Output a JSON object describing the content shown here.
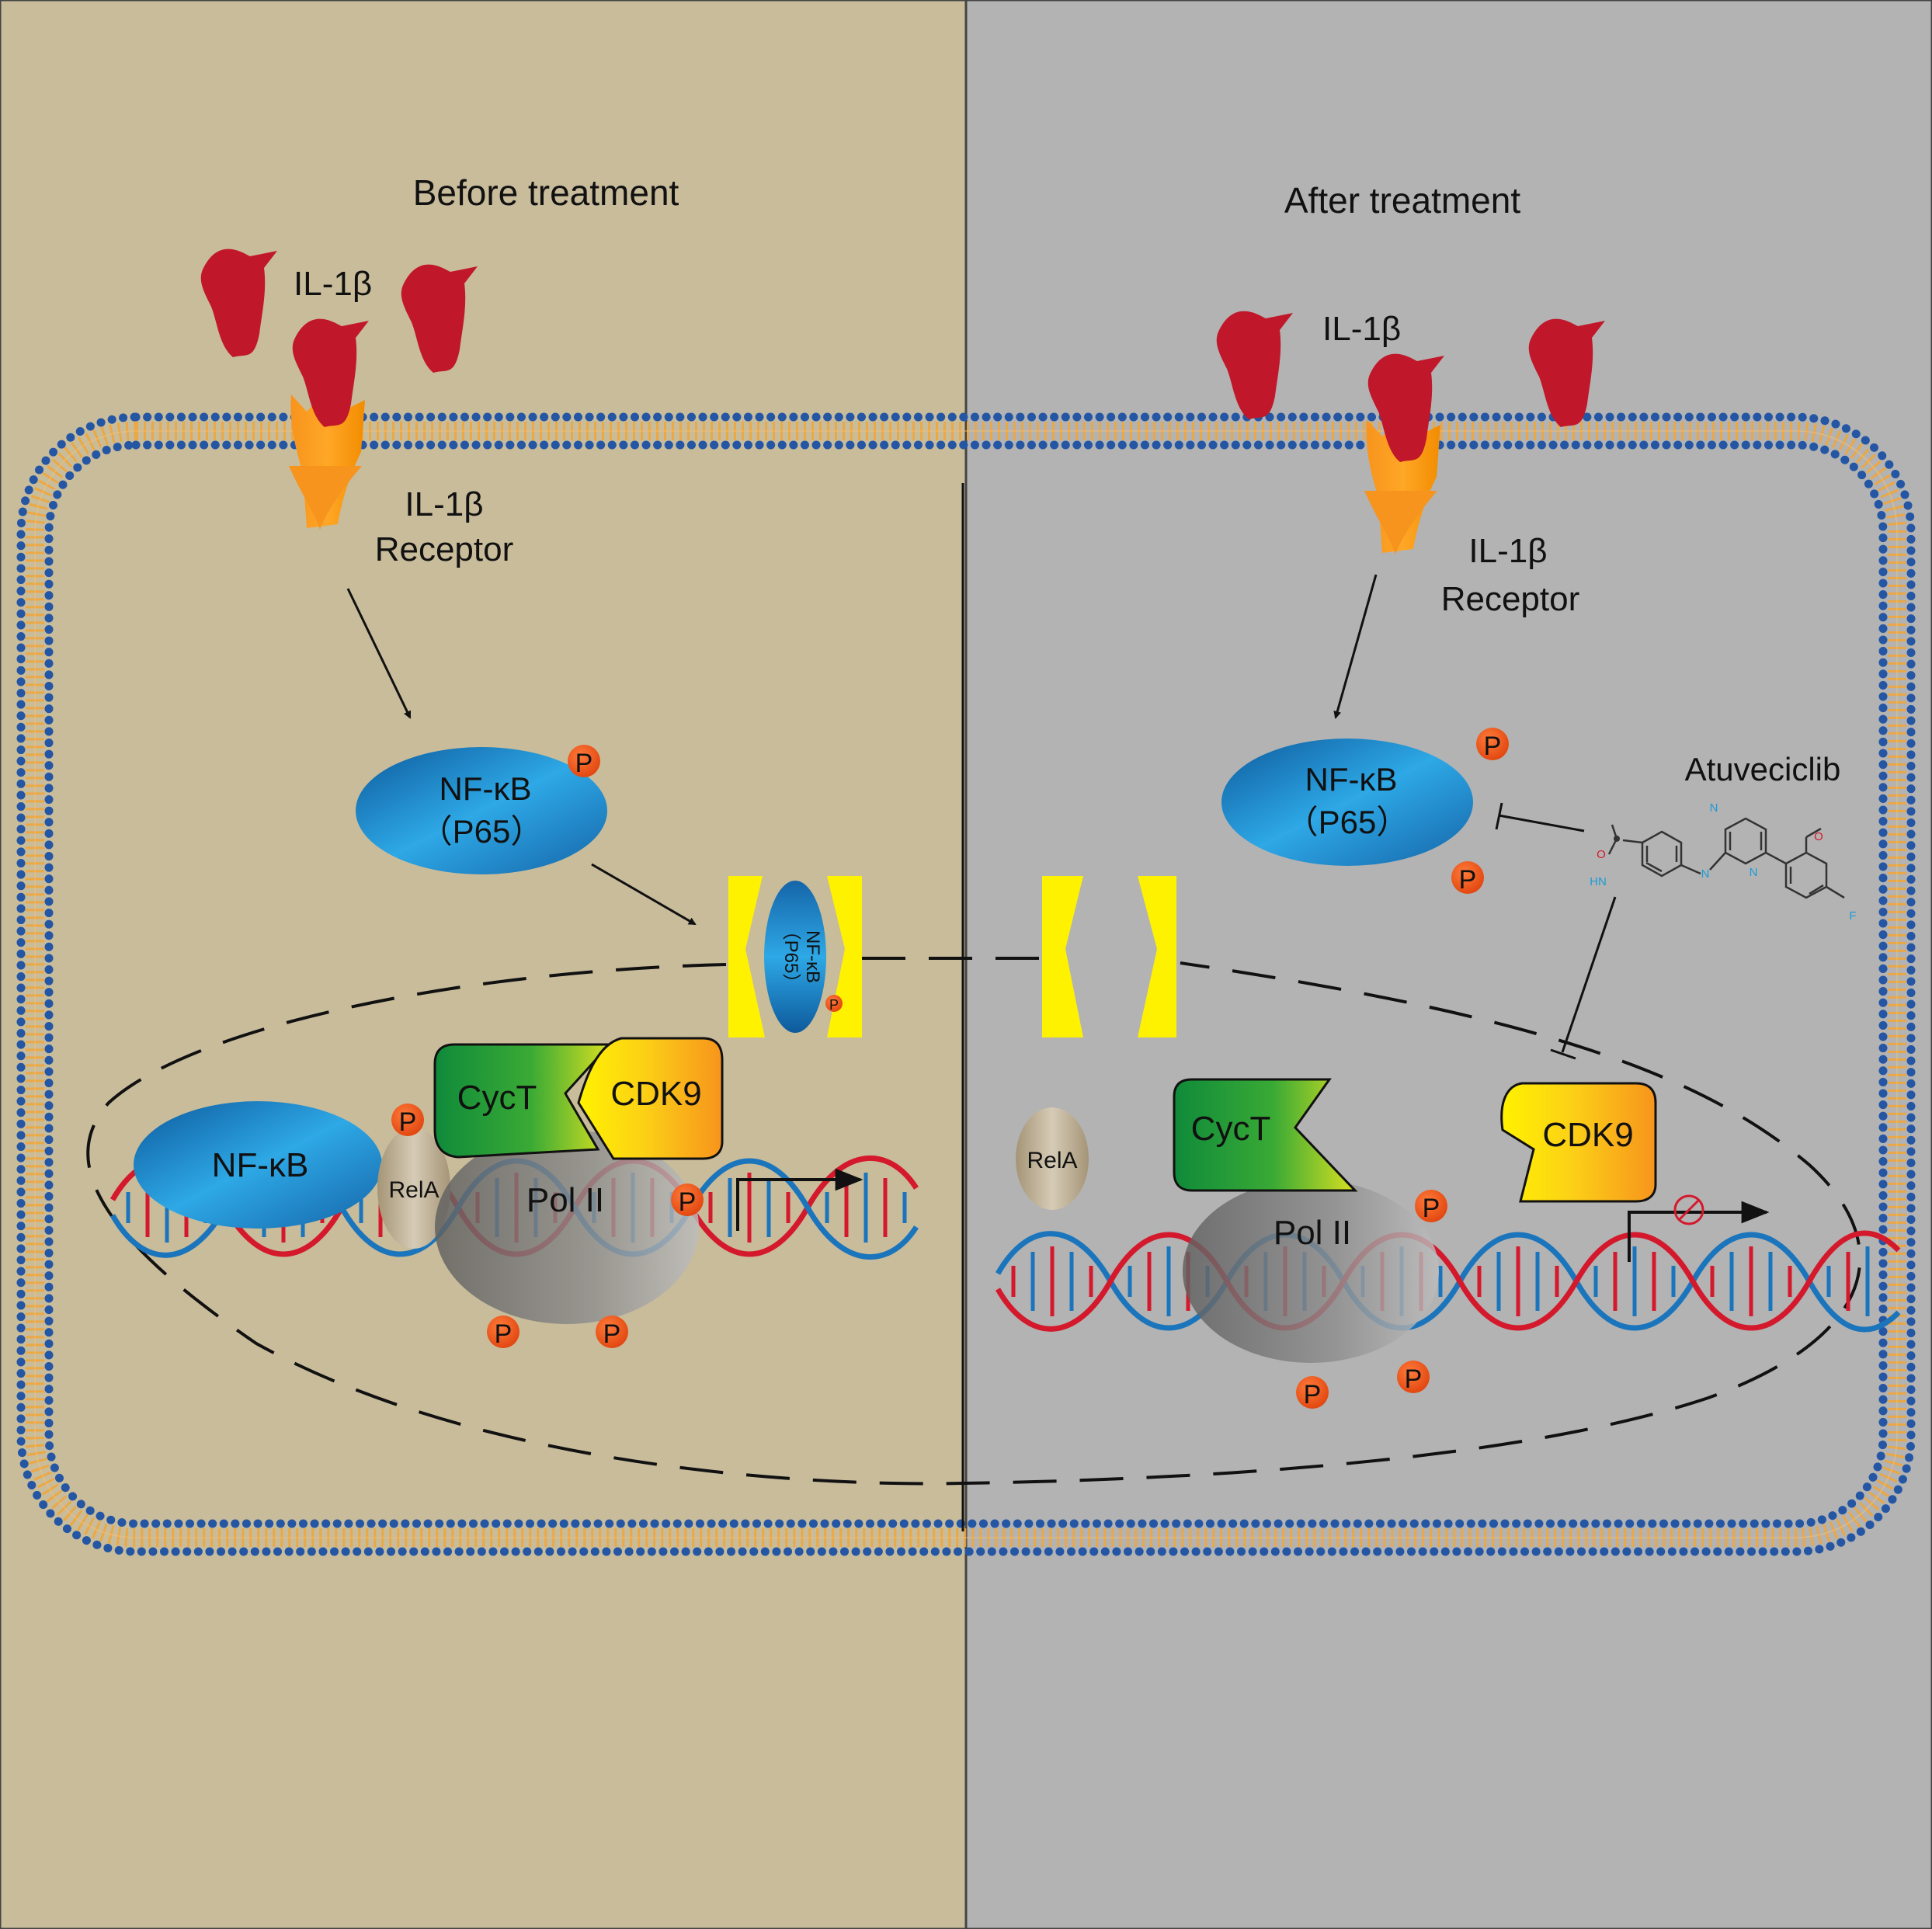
{
  "panels": {
    "before": {
      "title": "Before treatment",
      "ligand": "IL-1β",
      "receptor_line1": "IL-1β",
      "receptor_line2": "Receptor",
      "nfkb_cyto_line1": "NF-κB",
      "nfkb_cyto_line2": "（P65）",
      "pore_nfkb_line1": "NF-κB",
      "pore_nfkb_line2": "（P65）",
      "nfkb_nuc": "NF-κB",
      "rela": "RelA",
      "cyct": "CycT",
      "cdk9": "CDK9",
      "pol2": "Pol II",
      "phospho": "P"
    },
    "after": {
      "title": "After treatment",
      "ligand": "IL-1β",
      "receptor_line1": "IL-1β",
      "receptor_line2": "Receptor",
      "nfkb_cyto_line1": "NF-κB",
      "nfkb_cyto_line2": "（P65）",
      "drug": "Atuveciclib",
      "rela": "RelA",
      "cyct": "CycT",
      "cdk9": "CDK9",
      "pol2": "Pol II",
      "phospho": "P",
      "molecule_labels": {
        "o": "O",
        "hn": "HN",
        "n": "N",
        "f": "F"
      }
    }
  },
  "colors": {
    "before_bg": "#c9bc9b",
    "after_bg": "#b3b3b3",
    "membrane_head": "#2456a4",
    "membrane_tail": "#f0a53a",
    "ligand": "#c0182a",
    "receptor": "#f7941d",
    "nfkb": "#1b75bc",
    "phospho": "#f15a22",
    "cyct": "#3aaa35",
    "cdk9": "#fcee21",
    "pore": "#fff200",
    "dna_red": "#d4192c",
    "dna_blue": "#1b75bc",
    "rela": "#b3a58c",
    "pol2": "#808080"
  }
}
